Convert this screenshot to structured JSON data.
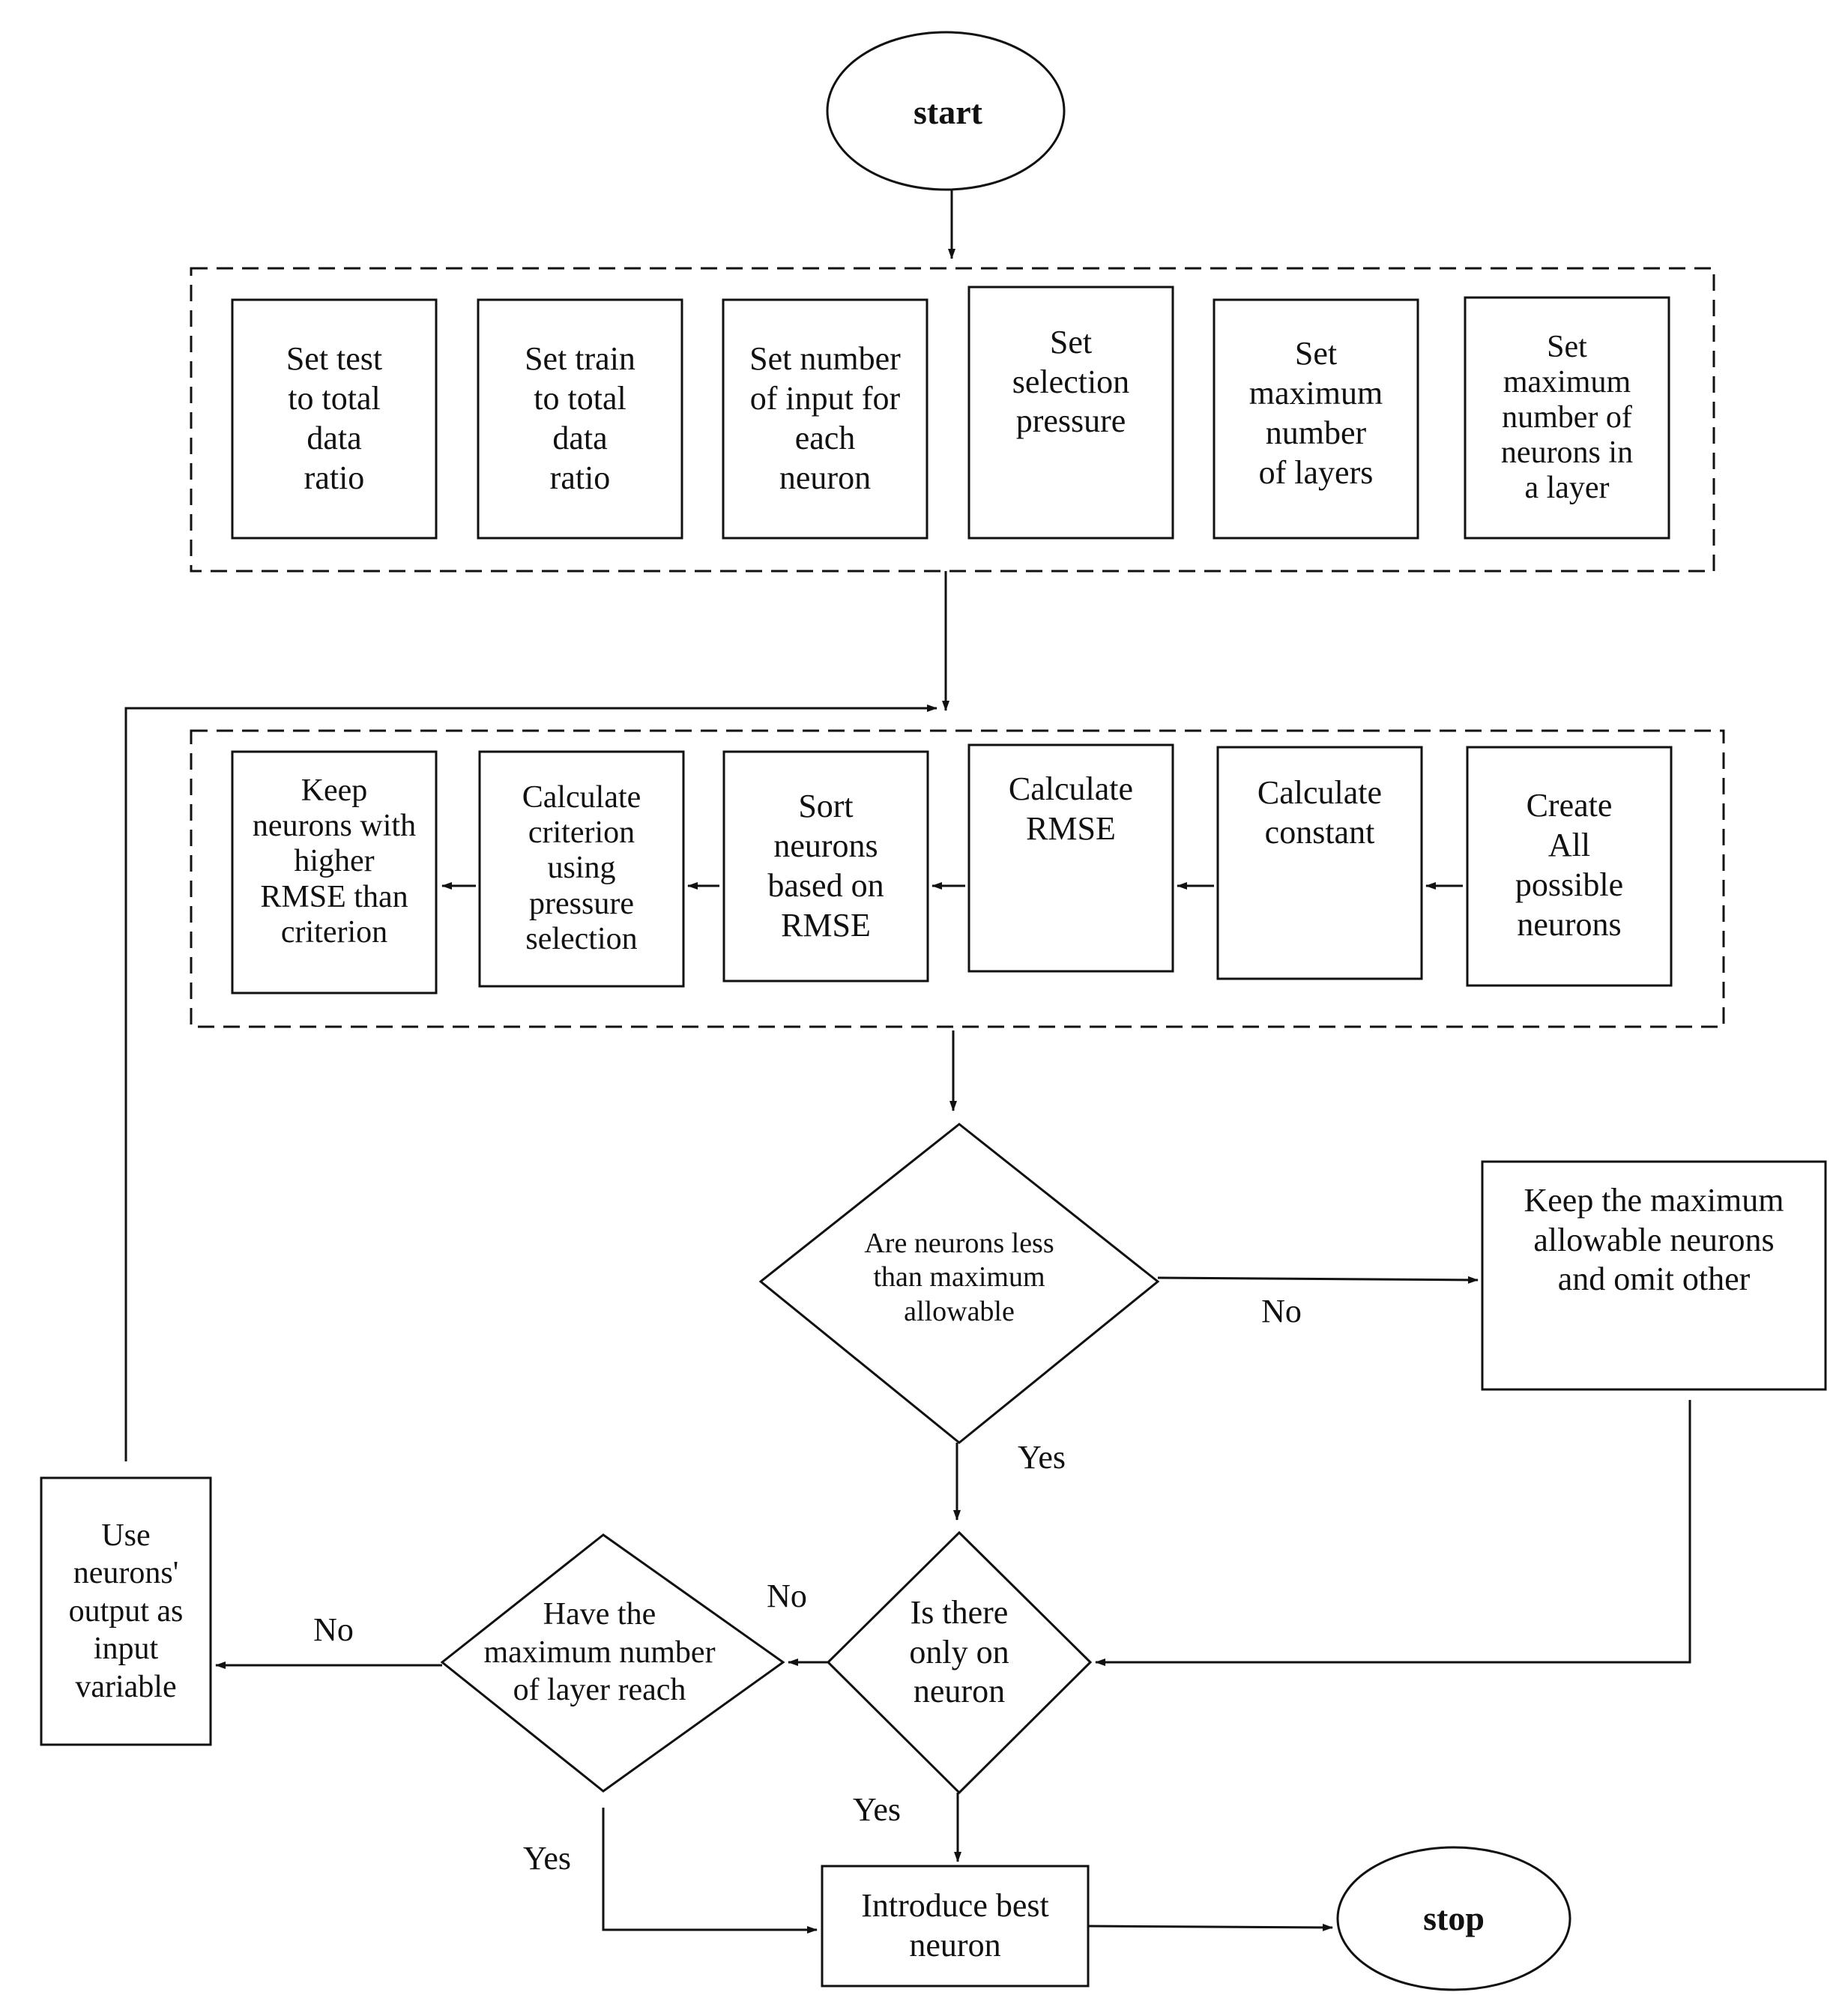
{
  "terminals": {
    "start": "start",
    "stop": "stop"
  },
  "setup": [
    "Set test\nto total\ndata\nratio",
    "Set train\nto total\ndata\nratio",
    "Set number\nof input for\neach\nneuron",
    "Set\nselection\npressure",
    "Set\nmaximum\nnumber\nof layers",
    "Set\nmaximum\nnumber of\nneurons in\na layer"
  ],
  "process": [
    "Keep\nneurons with\nhigher\nRMSE than\ncriterion",
    "Calculate\ncriterion\nusing\npressure\nselection",
    "Sort\nneurons\nbased on\nRMSE",
    "Calculate\nRMSE",
    "Calculate\nconstant",
    "Create\nAll\npossible\nneurons"
  ],
  "decisions": {
    "neurons_less": "Are neurons less\nthan maximum\nallowable",
    "only_one": "Is there\nonly on\nneuron",
    "max_layer": "Have the\nmaximum number\nof layer reach"
  },
  "boxes": {
    "keep_max": "Keep the maximum\nallowable neurons\nand omit other",
    "use_output": "Use\nneurons'\noutput as\ninput\nvariable",
    "introduce": "Introduce best\nneuron"
  },
  "edge_labels": {
    "no_1": "No",
    "yes_1": "Yes",
    "no_2": "No",
    "no_3": "No",
    "yes_2": "Yes",
    "yes_3": "Yes"
  }
}
